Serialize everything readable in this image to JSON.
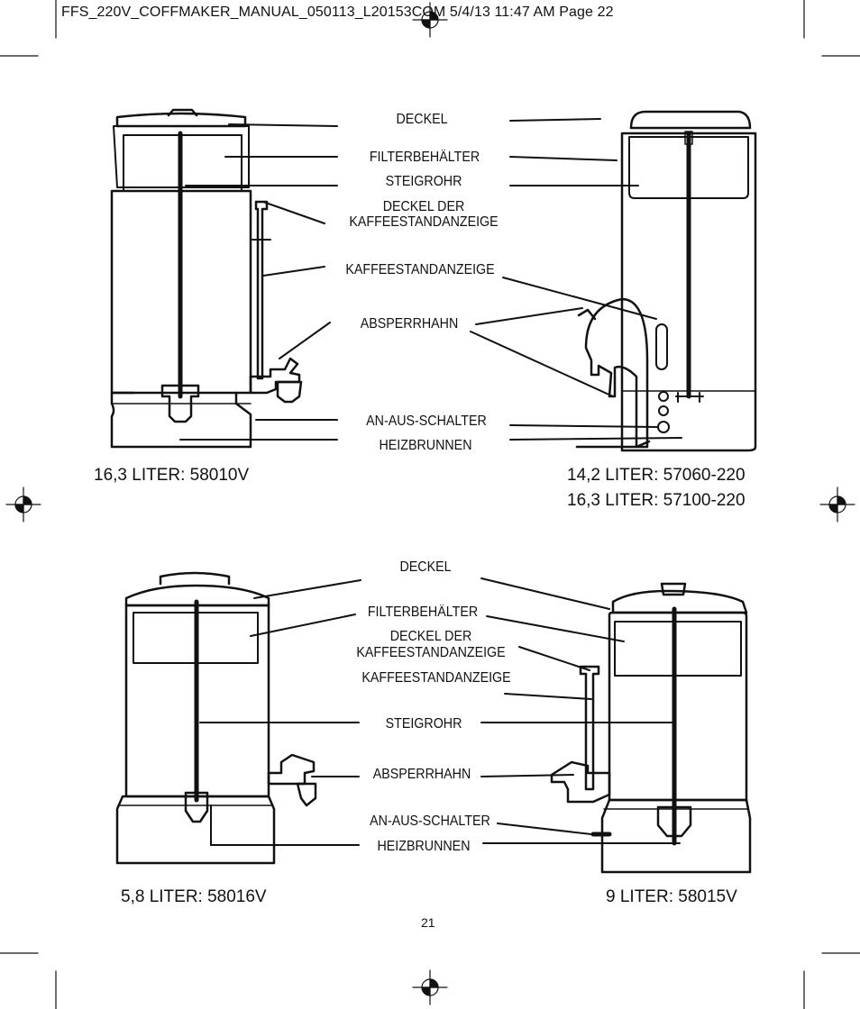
{
  "header": "FFS_220V_COFFMAKER_MANUAL_050113_L20153COM  5/4/13  11:47 AM  Page 22",
  "top_labels": {
    "deckel": "DECKEL",
    "filterbehaelter": "FILTERBEHÄLTER",
    "steigrohr": "STEIGROHR",
    "deckel_der_1": "DECKEL DER",
    "deckel_der_2": "KAFFEESTANDANZEIGE",
    "kaffeestandanzeige": "KAFFEESTANDANZEIGE",
    "absperrhahn": "ABSPERRHAHN",
    "an_aus": "AN-AUS-SCHALTER",
    "heizbrunnen": "HEIZBRUNNEN"
  },
  "bottom_labels": {
    "deckel": "DECKEL",
    "filterbehaelter": "FILTERBEHÄLTER",
    "deckel_der_1": "DECKEL DER",
    "deckel_der_2": "KAFFEESTANDANZEIGE",
    "kaffeestandanzeige": "KAFFEESTANDANZEIGE",
    "steigrohr": "STEIGROHR",
    "absperrhahn": "ABSPERRHAHN",
    "an_aus": "AN-AUS-SCHALTER",
    "heizbrunnen": "HEIZBRUNNEN"
  },
  "models": {
    "top_left": "16,3 LITER: 58010V",
    "top_right_1": "14,2 LITER: 57060-220",
    "top_right_2": "16,3 LITER: 57100-220",
    "bottom_left": "5,8 LITER: 58016V",
    "bottom_right": "9 LITER: 58015V"
  },
  "page_number": "21"
}
